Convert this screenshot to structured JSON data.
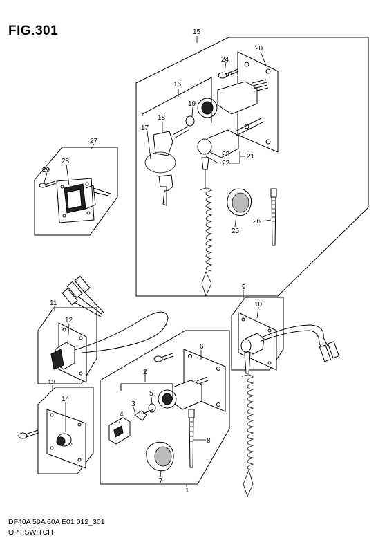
{
  "figure_title": "FIG.301",
  "footer": {
    "model_line": "DF40A 50A 60A E01 012_301",
    "section_line": "OPT:SWITCH"
  },
  "callouts": [
    {
      "id": "15",
      "label": "15"
    },
    {
      "id": "20",
      "label": "20"
    },
    {
      "id": "24",
      "label": "24"
    },
    {
      "id": "16",
      "label": "16"
    },
    {
      "id": "19",
      "label": "19"
    },
    {
      "id": "18",
      "label": "18"
    },
    {
      "id": "17",
      "label": "17"
    },
    {
      "id": "23",
      "label": "23"
    },
    {
      "id": "21",
      "label": "21"
    },
    {
      "id": "22",
      "label": "22"
    },
    {
      "id": "25",
      "label": "25"
    },
    {
      "id": "26",
      "label": "26"
    },
    {
      "id": "27",
      "label": "27"
    },
    {
      "id": "28",
      "label": "28"
    },
    {
      "id": "29",
      "label": "29"
    },
    {
      "id": "9",
      "label": "9"
    },
    {
      "id": "10",
      "label": "10"
    },
    {
      "id": "11",
      "label": "11"
    },
    {
      "id": "12",
      "label": "12"
    },
    {
      "id": "6",
      "label": "6"
    },
    {
      "id": "2",
      "label": "2"
    },
    {
      "id": "3",
      "label": "3"
    },
    {
      "id": "5",
      "label": "5"
    },
    {
      "id": "4",
      "label": "4"
    },
    {
      "id": "8",
      "label": "8"
    },
    {
      "id": "7",
      "label": "7"
    },
    {
      "id": "1",
      "label": "1"
    },
    {
      "id": "13",
      "label": "13"
    },
    {
      "id": "14",
      "label": "14"
    }
  ]
}
